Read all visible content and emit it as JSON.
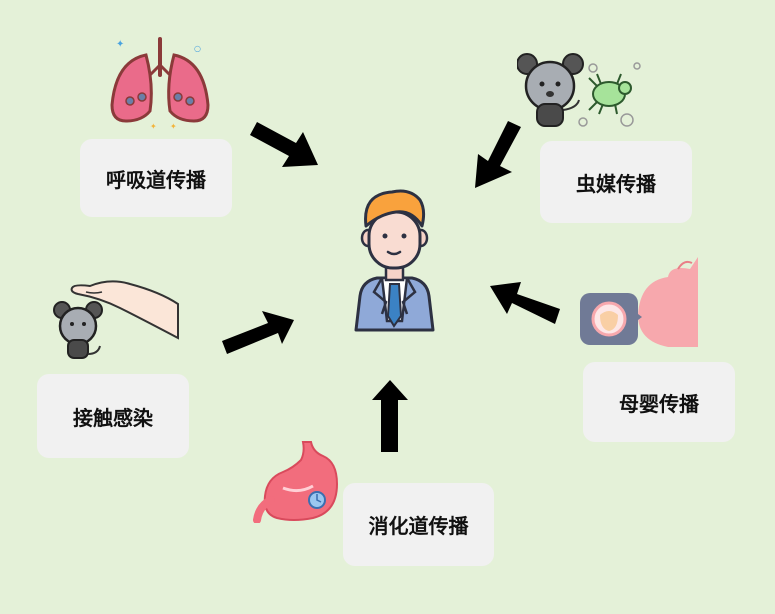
{
  "routes": {
    "respiratory": "呼吸道传播",
    "insect": "虫媒传播",
    "contact": "接触感染",
    "maternal": "母婴传播",
    "digestive": "消化道传播"
  },
  "icons": {
    "center": "person-icon",
    "respiratory": "lungs-icon",
    "insect": "mouse-with-mite-icon",
    "contact": "hand-holding-mouse-icon",
    "maternal": "pregnant-belly-icon",
    "digestive": "stomach-icon"
  },
  "colors": {
    "background": "#e4f1d8",
    "card": "#f1f1f1",
    "arrow": "#000000"
  }
}
